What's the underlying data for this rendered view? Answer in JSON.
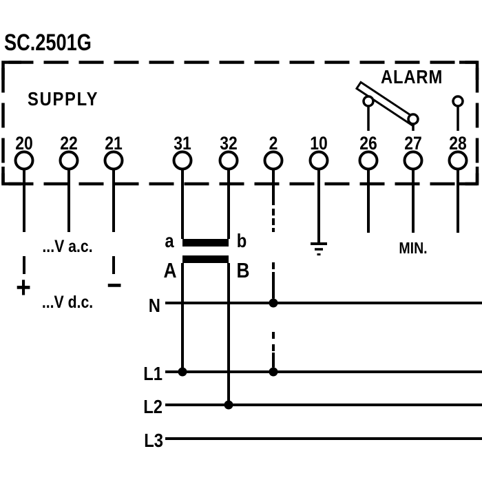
{
  "title": "SC.2501G",
  "device": {
    "supply_label": "SUPPLY",
    "alarm_label": "ALARM",
    "min_label": "MIN.",
    "terminals": [
      "20",
      "22",
      "21",
      "31",
      "32",
      "2",
      "10",
      "26",
      "27",
      "28"
    ]
  },
  "supply_annotations": {
    "ac_voltage": "...V a.c.",
    "dc_voltage": "...V d.c.",
    "plus": "+",
    "minus": "−"
  },
  "current_transformer": {
    "secondary_left": "a",
    "secondary_right": "b",
    "primary_left": "A",
    "primary_right": "B"
  },
  "power_lines": [
    "N",
    "L1",
    "L2",
    "L3"
  ],
  "colors": {
    "ink": "#000000",
    "background": "#ffffff"
  }
}
